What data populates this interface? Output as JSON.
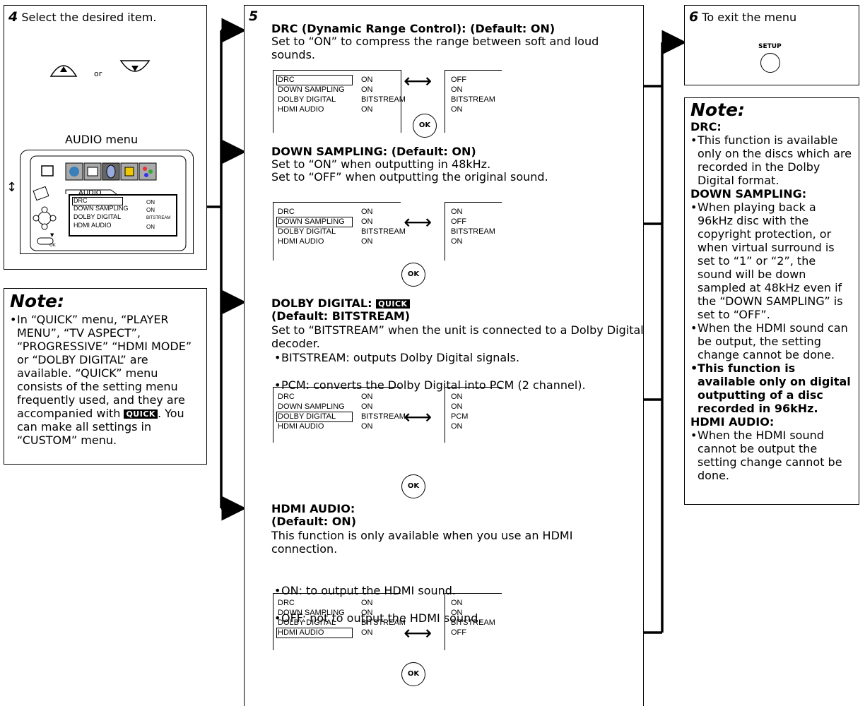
{
  "step4": {
    "num": "4",
    "text": "Select the desired item.",
    "or": "or",
    "menu_label": "AUDIO menu",
    "screen": {
      "header": "AUDIO",
      "rows": [
        [
          "DRC",
          "ON"
        ],
        [
          "DOWN SAMPLING",
          "ON"
        ],
        [
          "DOLBY DIGITAL",
          "BITSTREAM"
        ],
        [
          "HDMI AUDIO",
          "ON"
        ]
      ],
      "ok": "OK"
    }
  },
  "note_left": {
    "heading": "Note:",
    "text_a": "In “QUICK” menu, “PLAYER MENU”, “TV ASPECT”, “PROGRESSIVE” “HDMI MODE” or “DOLBY DIGITAL” are available. “QUICK” menu consists of the setting menu frequently used, and they are accompanied with",
    "text_b": ". You can make all settings in “CUSTOM” menu.",
    "quick": "QUICK"
  },
  "step5": {
    "num": "5",
    "drc": {
      "title": "DRC (Dynamic Range Control): (Default: ON)",
      "desc": "Set to “ON” to compress the range between soft and loud sounds.",
      "left": [
        [
          "DRC",
          "ON"
        ],
        [
          "DOWN SAMPLING",
          "ON"
        ],
        [
          "DOLBY DIGITAL",
          "BITSTREAM"
        ],
        [
          "HDMI AUDIO",
          "ON"
        ]
      ],
      "right": [
        "OFF",
        "ON",
        "BITSTREAM",
        "ON"
      ],
      "ok": "OK"
    },
    "ds": {
      "title": "DOWN SAMPLING: (Default: ON)",
      "desc1": "Set to “ON” when outputting in 48kHz.",
      "desc2": "Set to “OFF” when outputting the original sound.",
      "left": [
        [
          "DRC",
          "ON"
        ],
        [
          "DOWN SAMPLING",
          "ON"
        ],
        [
          "DOLBY DIGITAL",
          "BITSTREAM"
        ],
        [
          "HDMI AUDIO",
          "ON"
        ]
      ],
      "right": [
        "ON",
        "OFF",
        "BITSTREAM",
        "ON"
      ],
      "ok": "OK"
    },
    "dd": {
      "title": "DOLBY DIGITAL:",
      "quick": "QUICK",
      "default": "(Default: BITSTREAM)",
      "desc": "Set to “BITSTREAM” when the unit is connected to a Dolby Digital decoder.",
      "b1": "BITSTREAM: outputs Dolby Digital signals.",
      "b2": "PCM: converts the Dolby Digital into PCM (2 channel).",
      "left": [
        [
          "DRC",
          "ON"
        ],
        [
          "DOWN SAMPLING",
          "ON"
        ],
        [
          "DOLBY DIGITAL",
          "BITSTREAM"
        ],
        [
          "HDMI AUDIO",
          "ON"
        ]
      ],
      "right": [
        "ON",
        "ON",
        "PCM",
        "ON"
      ],
      "ok": "OK"
    },
    "hdmi": {
      "title": "HDMI AUDIO:",
      "default": "(Default: ON)",
      "desc": "This function is only available when you use an HDMI connection.",
      "b1": "ON: to output the HDMI sound.",
      "b2": "OFF: not to output the HDMI sound.",
      "left": [
        [
          "DRC",
          "ON"
        ],
        [
          "DOWN SAMPLING",
          "ON"
        ],
        [
          "DOLBY DIGITAL",
          "BITSTREAM"
        ],
        [
          "HDMI AUDIO",
          "ON"
        ]
      ],
      "right": [
        "ON",
        "ON",
        "BITSTREAM",
        "OFF"
      ],
      "ok": "OK"
    }
  },
  "step6": {
    "num": "6",
    "text": "To exit the menu",
    "button": "SETUP"
  },
  "note_right": {
    "heading": "Note:",
    "drc_h": "DRC:",
    "drc_b1": "This function is available only on the discs which are recorded in the Dolby Digital format.",
    "ds_h": "DOWN SAMPLING:",
    "ds_b1": "When playing back a 96kHz disc with the copyright protection, or when virtual surround is set to “1” or “2”, the sound will be down sampled at 48kHz even if the “DOWN SAMPLING” is set to “OFF”.",
    "ds_b2": "When the HDMI sound can be output, the setting change cannot be done.",
    "ds_b3": "This function is available only on digital outputting of a disc recorded in 96kHz.",
    "hdmi_h": "HDMI AUDIO:",
    "hdmi_b1": "When the HDMI sound cannot be output the setting change cannot be done."
  }
}
